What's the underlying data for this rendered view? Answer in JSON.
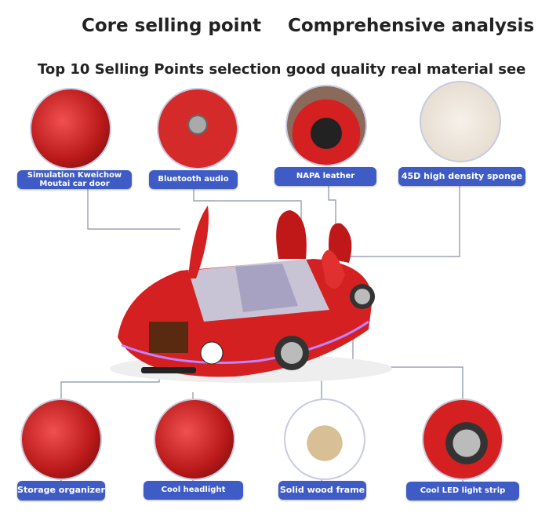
{
  "header": {
    "left_title": "Core selling point",
    "right_title": "Comprehensive analysis",
    "subtitle": "Top 10 Selling Points selection good quality real material see"
  },
  "features_top": [
    {
      "label": "Simulation Kweichow Moutai car door",
      "icon": "car-door-image"
    },
    {
      "label": "Bluetooth audio",
      "icon": "speaker-image"
    },
    {
      "label": "NAPA leather",
      "icon": "seat-image"
    },
    {
      "label": "45D high density sponge",
      "icon": "sponge-image"
    }
  ],
  "features_bottom": [
    {
      "label": "Storage organizer",
      "icon": "storage-image"
    },
    {
      "label": "Cool headlight",
      "icon": "headlight-image"
    },
    {
      "label": "Solid wood frame",
      "icon": "wood-frame-image"
    },
    {
      "label": "Cool LED light strip",
      "icon": "wheel-led-image"
    }
  ],
  "colors": {
    "label_bg": "#3f5cc6",
    "car_red": "#d42020",
    "line": "#8a8fa8"
  }
}
